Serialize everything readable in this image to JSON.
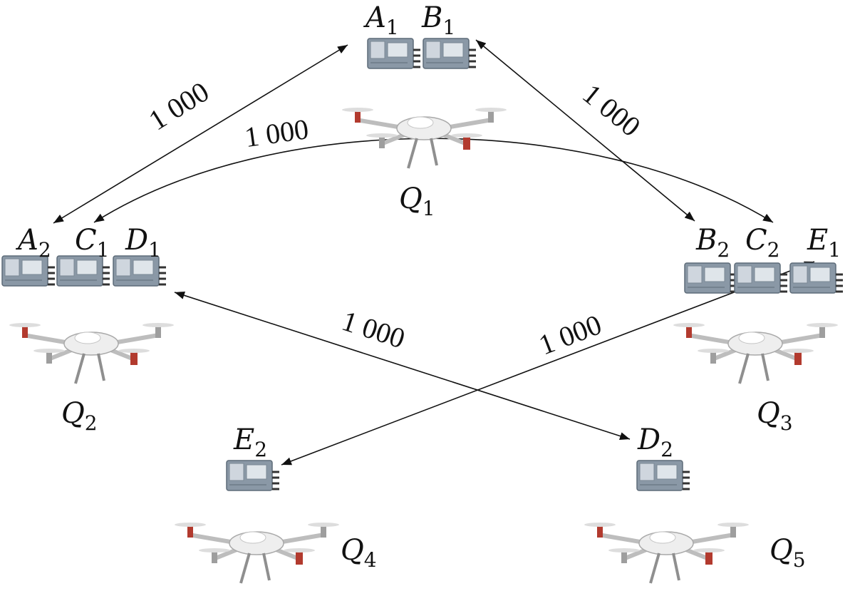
{
  "drones": [
    {
      "id": "Q1",
      "letter": "Q",
      "sub": "1"
    },
    {
      "id": "Q2",
      "letter": "Q",
      "sub": "2"
    },
    {
      "id": "Q3",
      "letter": "Q",
      "sub": "3"
    },
    {
      "id": "Q4",
      "letter": "Q",
      "sub": "4"
    },
    {
      "id": "Q5",
      "letter": "Q",
      "sub": "5"
    }
  ],
  "modules": [
    {
      "id": "A1",
      "letter": "A",
      "sub": "1"
    },
    {
      "id": "B1",
      "letter": "B",
      "sub": "1"
    },
    {
      "id": "A2",
      "letter": "A",
      "sub": "2"
    },
    {
      "id": "C1",
      "letter": "C",
      "sub": "1"
    },
    {
      "id": "D1",
      "letter": "D",
      "sub": "1"
    },
    {
      "id": "B2",
      "letter": "B",
      "sub": "2"
    },
    {
      "id": "C2",
      "letter": "C",
      "sub": "2"
    },
    {
      "id": "E1",
      "letter": "E",
      "sub": "1"
    },
    {
      "id": "E2",
      "letter": "E",
      "sub": "2"
    },
    {
      "id": "D2",
      "letter": "D",
      "sub": "2"
    }
  ],
  "links": [
    {
      "id": "A1-A2",
      "label": "1 000"
    },
    {
      "id": "B1-B2",
      "label": "1 000"
    },
    {
      "id": "C1-C2",
      "label": "1 000"
    },
    {
      "id": "D1-D2",
      "label": "1 000"
    },
    {
      "id": "E1-E2",
      "label": "1 000"
    }
  ],
  "colors": {
    "ink": "#111111",
    "drone_body": "#eeeeee",
    "drone_accent": "#b23a2e",
    "module_board": "#8a98a6",
    "module_chip": "#cfd6de"
  }
}
